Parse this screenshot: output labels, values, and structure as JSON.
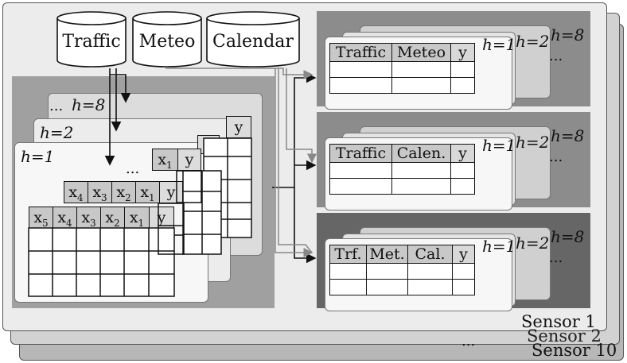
{
  "databases": [
    "Traffic",
    "Meteo",
    "Calendar"
  ],
  "sensors": {
    "first": "Sensor 1",
    "second": "Sensor 2",
    "last": "Sensor 10",
    "ellipsis": "..."
  },
  "left_panel": {
    "horizons": {
      "h1": "h=1",
      "h2": "h=2",
      "h8": "h=8"
    },
    "ellipsis": "...",
    "lag_row_5": [
      "x5",
      "x4",
      "x3",
      "x2",
      "x1",
      "y"
    ],
    "lag_row_4": [
      "x4",
      "x3",
      "x2",
      "x1",
      "y"
    ],
    "lag_row_1": [
      "x1",
      "y"
    ]
  },
  "right_panels": [
    {
      "columns": [
        "Traffic",
        "Meteo",
        "y"
      ],
      "h1": "h=1",
      "h2": "h=2",
      "h8": "h=8",
      "ellipsis": "..."
    },
    {
      "columns": [
        "Traffic",
        "Calen.",
        "y"
      ],
      "h1": "h=1",
      "h2": "h=2",
      "h8": "h=8",
      "ellipsis": "..."
    },
    {
      "columns": [
        "Trf.",
        "Met.",
        "Cal.",
        "y"
      ],
      "h1": "h=1",
      "h2": "h=2",
      "h8": "h=8",
      "ellipsis": "..."
    }
  ],
  "colors": {
    "sheet": "#e6e6e6",
    "sheet_back": "#c4c4c4",
    "panel_dark": "#8c8c8c",
    "header_cell": "#c8c8c8"
  }
}
